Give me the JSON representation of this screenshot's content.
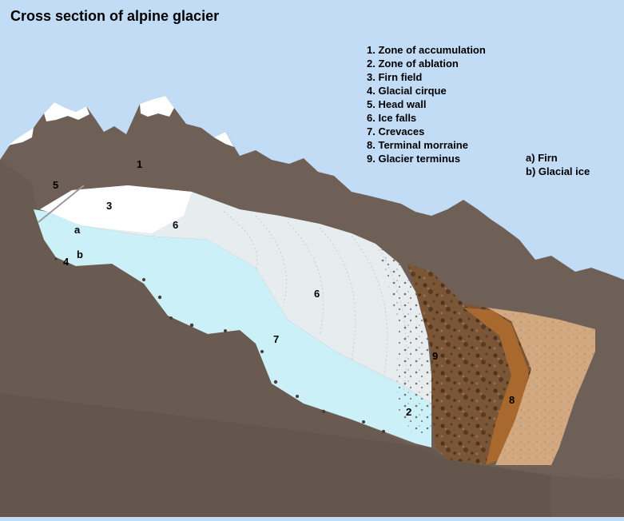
{
  "title": "Cross section of alpine glacier",
  "legend": {
    "zones": [
      {
        "number": "1.",
        "label": "Zone of accumulation"
      },
      {
        "number": "2.",
        "label": "Zone of ablation"
      },
      {
        "number": "3.",
        "label": "Firn field"
      },
      {
        "number": "4.",
        "label": "Glacial cirque"
      },
      {
        "number": "5.",
        "label": "Head wall"
      },
      {
        "number": "6.",
        "label": "Ice falls"
      },
      {
        "number": "7.",
        "label": "Crevaces"
      },
      {
        "number": "8.",
        "label": "Terminal morraine"
      },
      {
        "number": "9.",
        "label": "Glacier terminus"
      }
    ],
    "ice_layers": [
      {
        "key": "a)",
        "label": "Firn"
      },
      {
        "key": "b)",
        "label": "Glacial ice"
      }
    ]
  },
  "markers": {
    "zone_accumulation": "1",
    "head_wall": "5",
    "firn_field": "3",
    "firn": "a",
    "glacial_ice": "b",
    "glacial_cirque": "4",
    "ice_falls_upper": "6",
    "ice_falls_lower": "6",
    "crevaces": "7",
    "glacier_terminus": "9",
    "zone_ablation": "2",
    "terminal_moraine": "8"
  },
  "colors": {
    "sky": "#c3dcf6",
    "rock": "#6f6057",
    "snow": "#ffffff",
    "firn": "#f2f4f5",
    "glacial_ice": "#ccf0f7",
    "moraine_dark": "#7a5636",
    "moraine_mid": "#a9692e",
    "sand": "#d2a880"
  }
}
